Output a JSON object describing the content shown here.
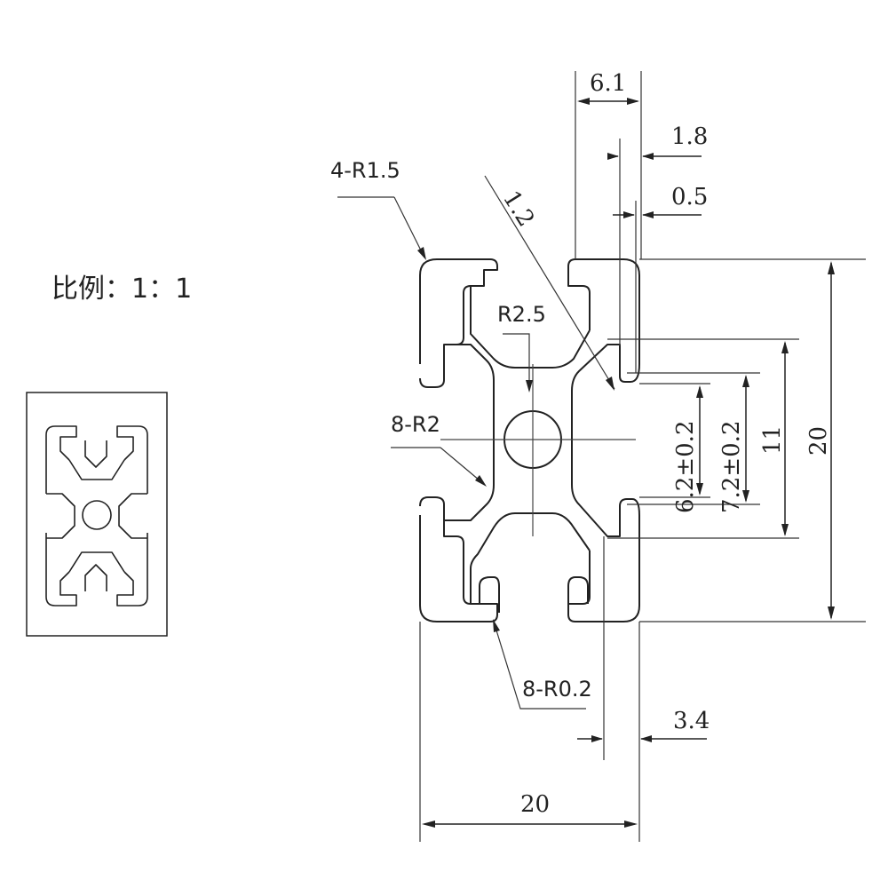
{
  "scale_label": "比例：1：1",
  "labels": {
    "corner_radius": "4-R1.5",
    "inner_radius": "8-R2",
    "slot_radius": "8-R0.2",
    "center_radius": "R2.5"
  },
  "dimensions": {
    "width": "20",
    "height": "20",
    "slot_opening": "6.1",
    "wall_1": "1.8",
    "wall_2": "0.5",
    "rib": "1.2",
    "slot_width": "6.2±0.2",
    "slot_inner": "7.2±0.2",
    "slot_depth": "11",
    "offset": "3.4"
  }
}
